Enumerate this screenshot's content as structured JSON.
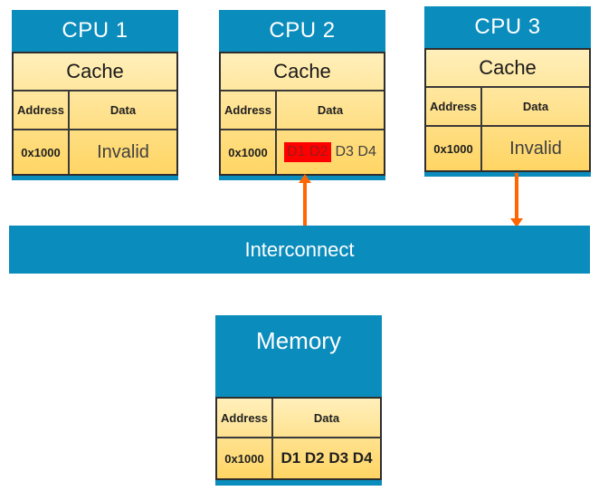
{
  "colors": {
    "blue": "#0A8CBC",
    "orange": "#FF6600",
    "highlight_bg": "#FF0000",
    "highlight_text": "#9B1B1B",
    "yellow_top": "#FFEFBA",
    "yellow_bottom": "#FFD564"
  },
  "cpus": [
    {
      "title": "CPU 1",
      "cache_label": "Cache",
      "headers": {
        "address": "Address",
        "data": "Data"
      },
      "row": {
        "address": "0x1000",
        "data": "Invalid"
      }
    },
    {
      "title": "CPU 2",
      "cache_label": "Cache",
      "headers": {
        "address": "Address",
        "data": "Data"
      },
      "row": {
        "address": "0x1000",
        "data_highlighted": "D1 D2",
        "data_rest": "D3 D4"
      }
    },
    {
      "title": "CPU 3",
      "cache_label": "Cache",
      "headers": {
        "address": "Address",
        "data": "Data"
      },
      "row": {
        "address": "0x1000",
        "data": "Invalid"
      }
    }
  ],
  "interconnect": {
    "label": "Interconnect"
  },
  "memory": {
    "title": "Memory",
    "headers": {
      "address": "Address",
      "data": "Data"
    },
    "row": {
      "address": "0x1000",
      "data": "D1 D2 D3 D4"
    }
  }
}
